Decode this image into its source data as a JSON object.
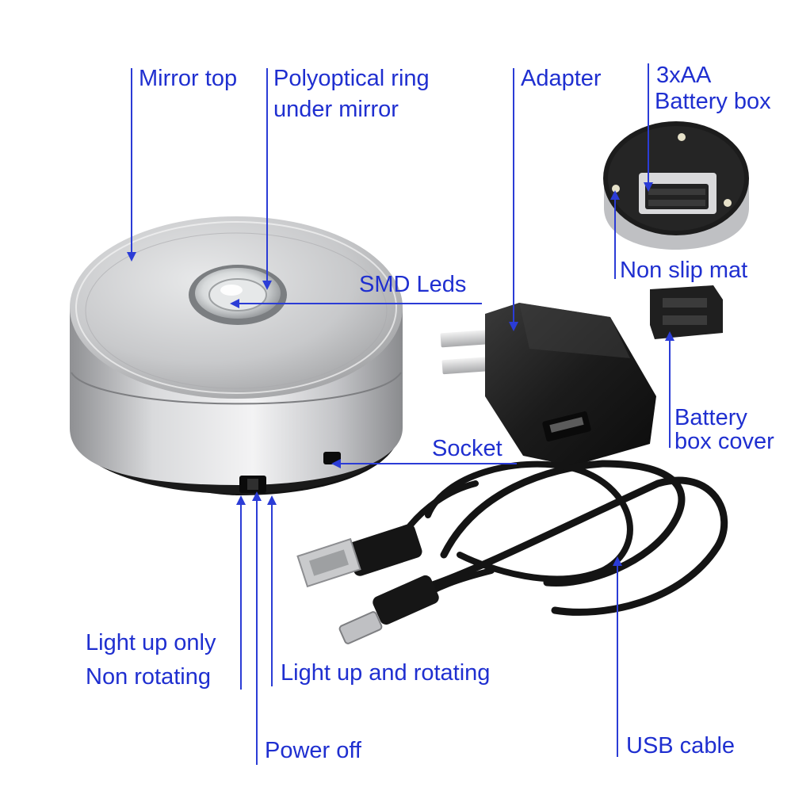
{
  "colors": {
    "label_text": "#1f2fd0",
    "pointer_line": "#2b3cd6",
    "silver": "#c9cacc",
    "black_plastic": "#1a1a1a",
    "background": "#ffffff"
  },
  "labels": {
    "mirror_top": "Mirror top",
    "polyoptical_line1": "Polyoptical ring",
    "polyoptical_line2": "under mirror",
    "adapter": "Adapter",
    "battery_line1": "3xAA",
    "battery_line2": "Battery box",
    "non_slip_mat": "Non slip mat",
    "smd_leds": "SMD Leds",
    "socket": "Socket",
    "battery_cover_line1": "Battery",
    "battery_cover_line2": "box cover",
    "light_up_only_line1": "Light up only",
    "light_up_only_line2": "Non rotating",
    "light_up_rotating": "Light up and rotating",
    "power_off": "Power off",
    "usb_cable": "USB cable"
  }
}
